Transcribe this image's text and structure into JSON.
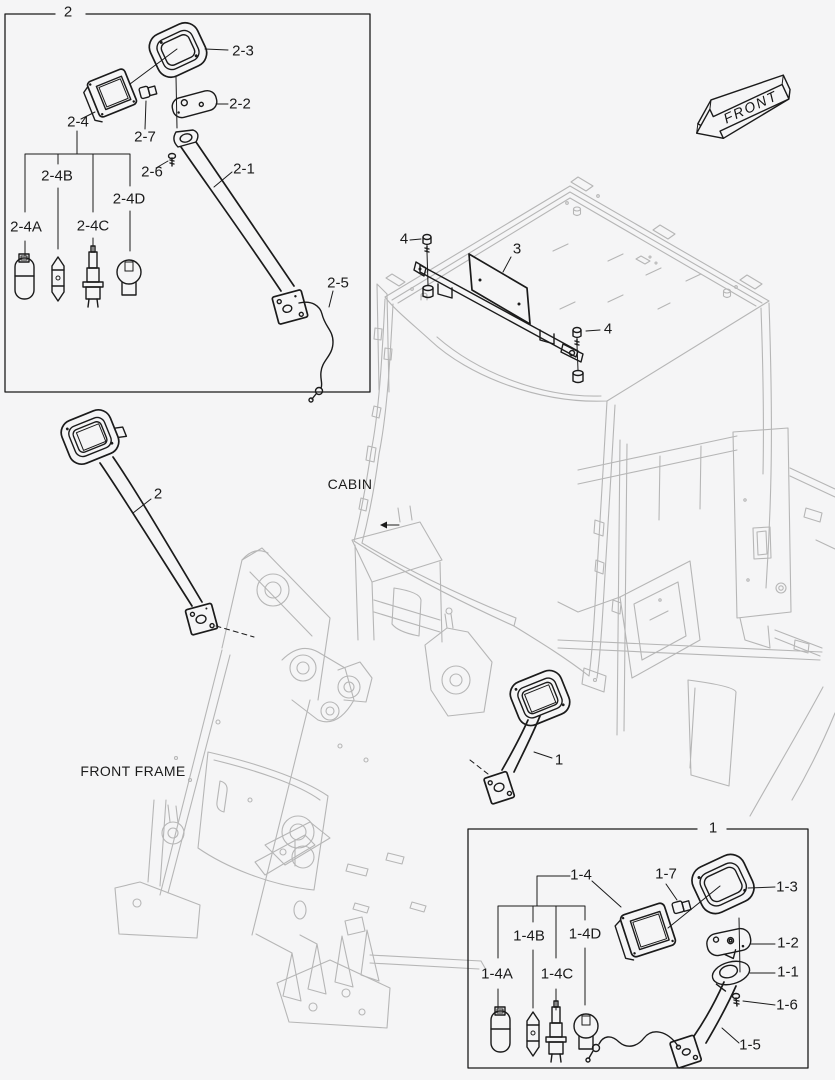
{
  "diagram": {
    "background_color": "#f5f5f6",
    "part_line_color": "#1b1b1b",
    "machine_ghost_color": "#b6b6b6"
  },
  "scene": {
    "cabin_label": "CABIN",
    "front_frame_label": "FRONT FRAME",
    "front_arrow_label": "FRONT",
    "roof_bracket_label": "3",
    "roof_screw_left_label": "4",
    "roof_screw_right_label": "4",
    "assembled_lamp_front_label": "2",
    "assembled_lamp_rear_label": "1"
  },
  "box2": {
    "group_label": "2",
    "callouts": {
      "stay": "2-1",
      "bracket": "2-2",
      "bezel": "2-3",
      "lamp": "2-4",
      "harness": "2-5",
      "screw": "2-6",
      "connector": "2-7"
    },
    "bulbs": {
      "a": "2-4A",
      "b": "2-4B",
      "c": "2-4C",
      "d": "2-4D"
    }
  },
  "box1": {
    "group_label": "1",
    "callouts": {
      "plate": "1-1",
      "bracket": "1-2",
      "bezel": "1-3",
      "lamp": "1-4",
      "stay": "1-5",
      "screw": "1-6",
      "connector": "1-7"
    },
    "bulbs": {
      "a": "1-4A",
      "b": "1-4B",
      "c": "1-4C",
      "d": "1-4D"
    }
  }
}
